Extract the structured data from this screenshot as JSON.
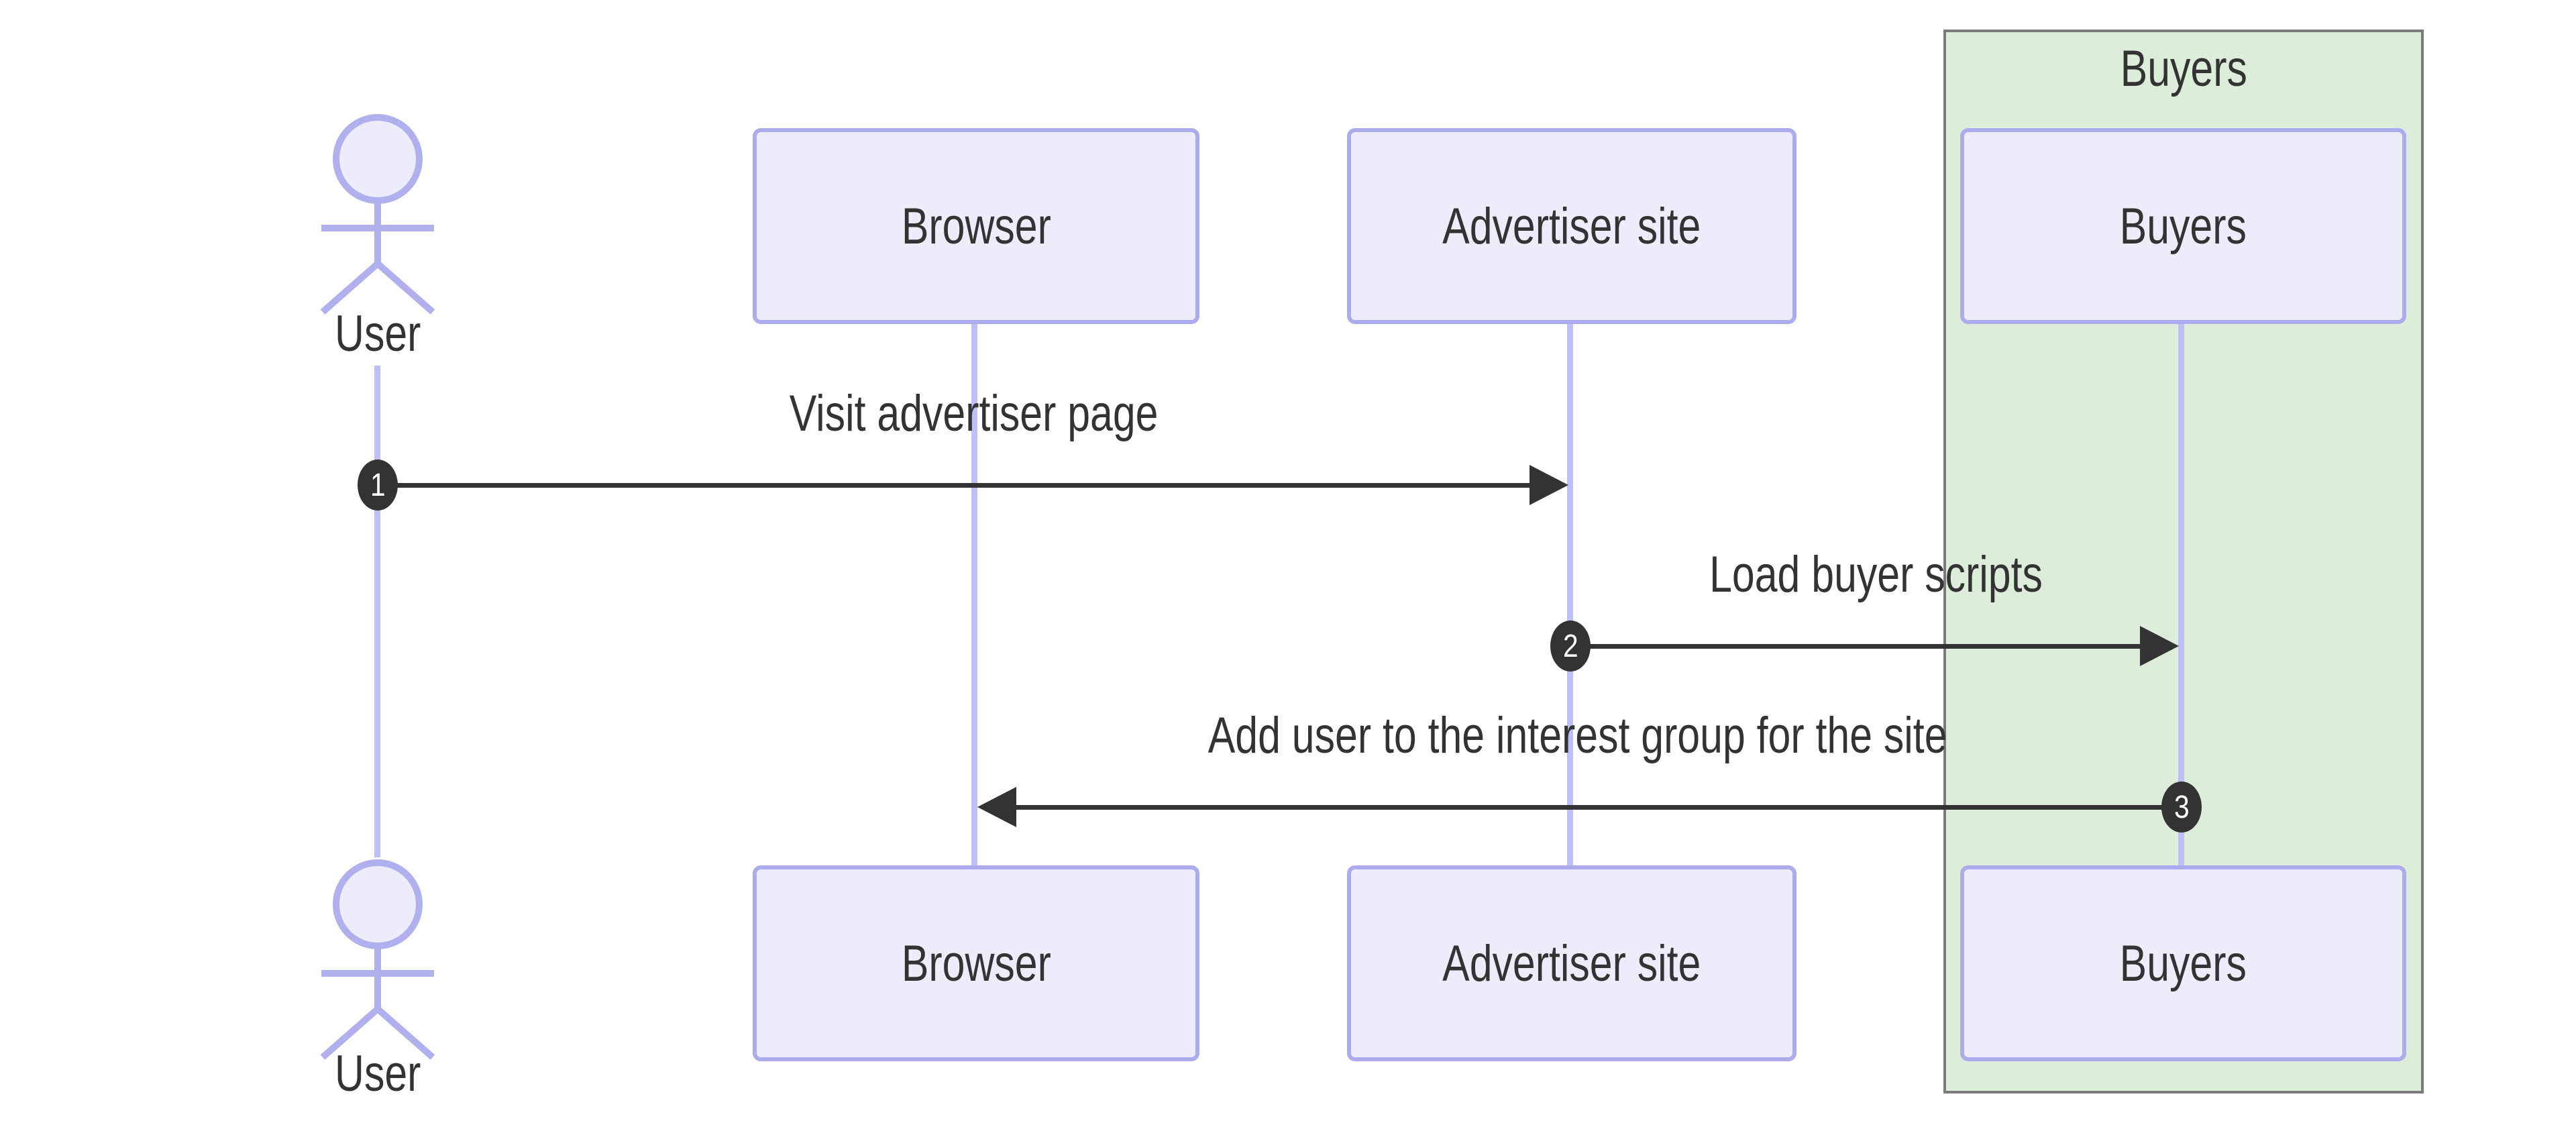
{
  "diagram_type": "sequence-diagram",
  "colors": {
    "participant_fill": "#ECECFA",
    "participant_border": "#ABABEE",
    "lifeline_color": "#BFBFF8",
    "actor_stroke": "#B0B0EE",
    "group_fill": "#DCEDD9",
    "group_border": "#7A7A7A",
    "text_color": "#333333",
    "message_color": "#333333",
    "badge_fill": "#333333",
    "badge_text": "#FFFFFF"
  },
  "group": {
    "label": "Buyers"
  },
  "actors": [
    {
      "label": "User",
      "type": "actor"
    },
    {
      "label": "Browser",
      "type": "participant"
    },
    {
      "label": "Advertiser site",
      "type": "participant"
    },
    {
      "label": "Buyers",
      "type": "participant",
      "group": "Buyers"
    }
  ],
  "messages": [
    {
      "seq": "1",
      "text": "Visit advertiser page",
      "from": "User",
      "to": "Advertiser site",
      "direction": "right"
    },
    {
      "seq": "2",
      "text": "Load buyer scripts",
      "from": "Advertiser site",
      "to": "Buyers",
      "direction": "right"
    },
    {
      "seq": "3",
      "text": "Add user to the interest group for the site",
      "from": "Buyers",
      "to": "Browser",
      "direction": "left"
    }
  ]
}
